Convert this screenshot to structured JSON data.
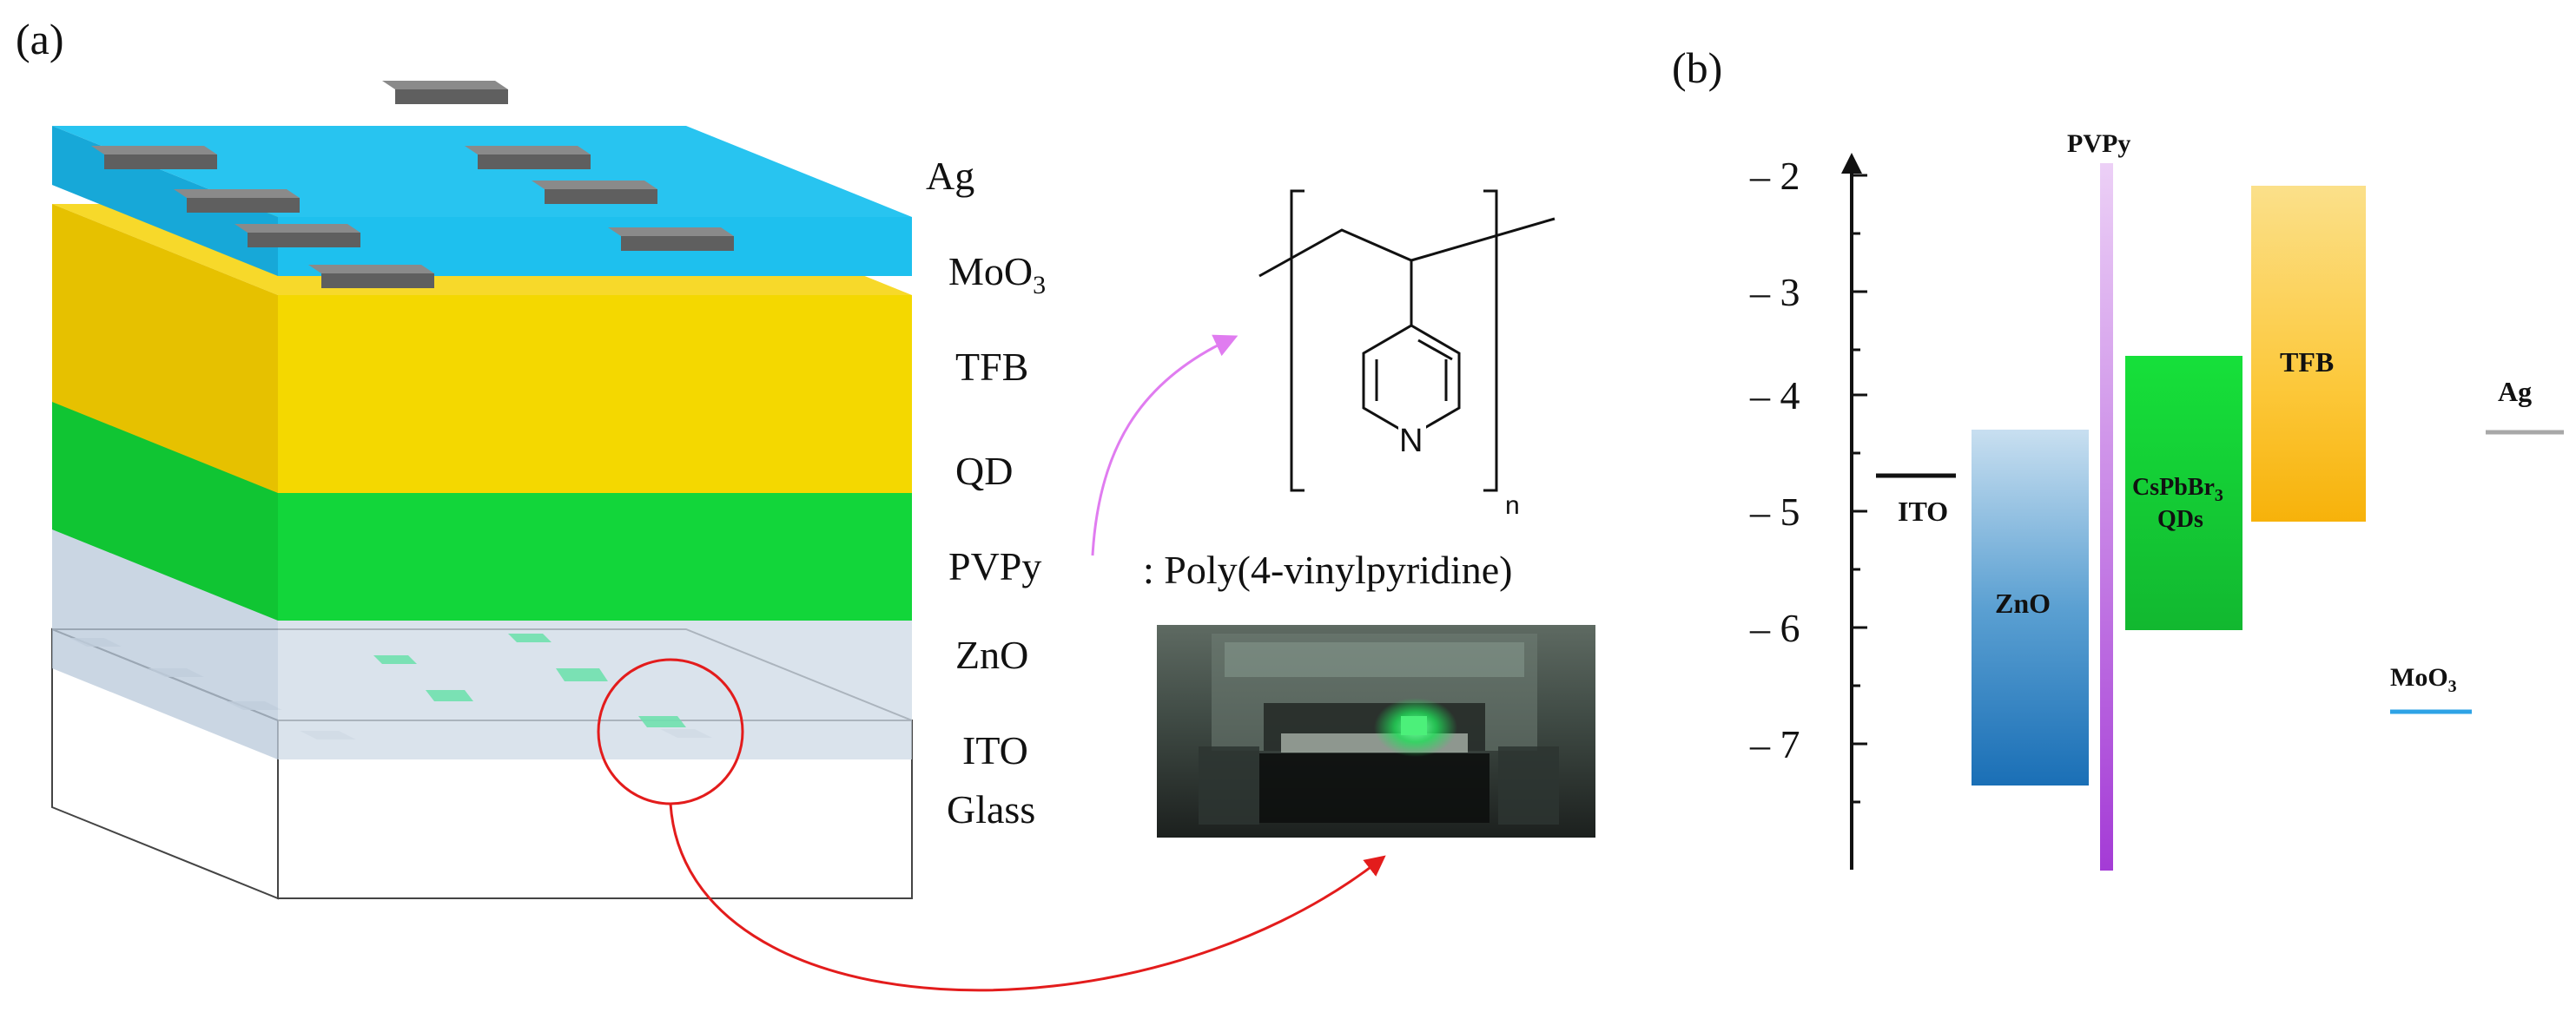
{
  "panel_a": {
    "label": "(a)",
    "layers": {
      "ag": "Ag",
      "moo3_base": "MoO",
      "moo3_sub": "3",
      "tfb": "TFB",
      "qd": "QD",
      "pvpy": "PVPy",
      "zno": "ZnO",
      "ito": "ITO",
      "glass": "Glass"
    },
    "molecule": {
      "n_subscript": "n",
      "atom_n": "N",
      "name": ": Poly(4-vinylpyridine)"
    }
  },
  "panel_b": {
    "label": "(b)",
    "y_ticks": [
      "– 2",
      "– 3",
      "– 4",
      "– 5",
      "– 6",
      "– 7"
    ],
    "levels": {
      "ito": "ITO",
      "zno": "ZnO",
      "pvpy": "PVPy",
      "qd_line1_base": "CsPbBr",
      "qd_line1_sub": "3",
      "qd_line2": "QDs",
      "tfb": "TFB",
      "ag": "Ag",
      "moo3_base": "MoO",
      "moo3_sub": "3"
    }
  },
  "colors": {
    "ag_layer": "#1ec0ee",
    "tfb_layer": "#f4d000",
    "qd_layer": "#12d63a",
    "pvpy_layer": "#e07cf0",
    "zno_layer": "#c3d2e2",
    "electrode": "#737373",
    "arrow_magenta": "#e07cf0",
    "arrow_red": "#e31c1c",
    "moo3_line": "#2ea3e6",
    "ag_line": "#a8a8a8"
  }
}
